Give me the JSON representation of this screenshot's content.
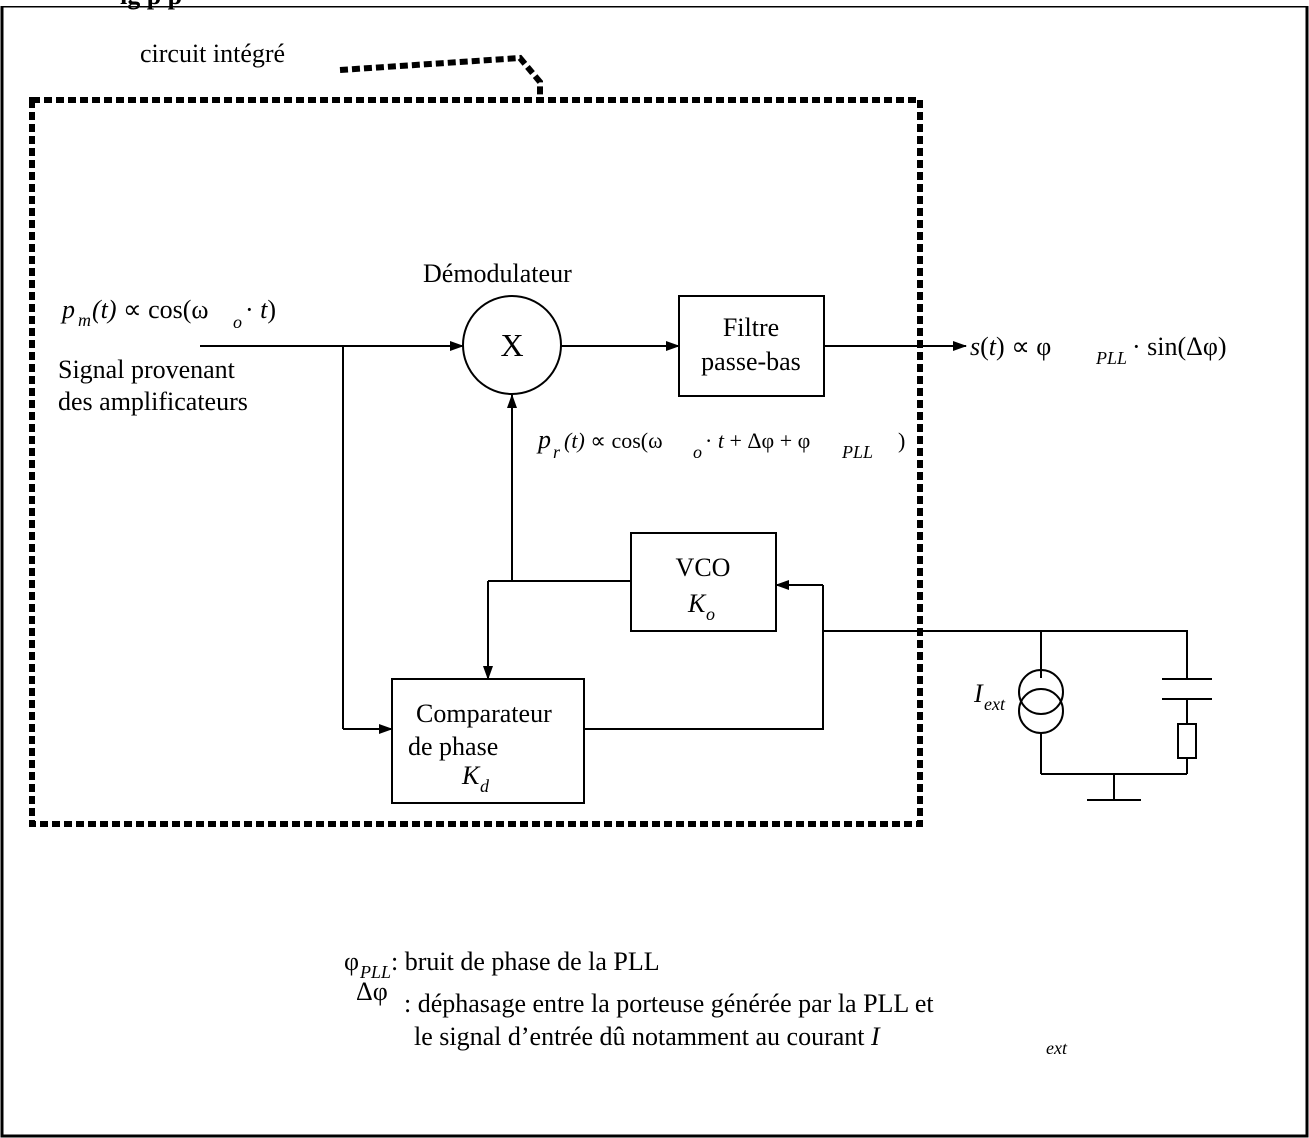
{
  "header_fragment": "ig                                                                             p                                                                    p",
  "chip_label": "circuit intégré",
  "input": {
    "formula_lhs": "p",
    "formula_sub": "m",
    "formula_rhs": "(t) ∝ cos(ω",
    "formula_sub2": "o",
    "formula_tail": " · t)",
    "desc_line1": "Signal provenant",
    "desc_line2": "des amplificateurs"
  },
  "demod": {
    "title": "Démodulateur",
    "symbol": "X"
  },
  "filter": {
    "line1": "Filtre",
    "line2": "passe-bas"
  },
  "output": {
    "lhs": "s(t) ∝ φ",
    "sub": "PLL",
    "rhs": " · sin(Δφ)"
  },
  "ref_signal": {
    "p": "p",
    "sub_r": "r",
    "mid": "(t) ∝ cos(ω",
    "sub_o": "o",
    "rest": " · t + Δφ + φ",
    "sub_pll": "PLL",
    "close": ")"
  },
  "vco": {
    "line1": "VCO",
    "k": "K",
    "k_sub": "o"
  },
  "comparator": {
    "line1": "Comparateur",
    "line2": "de phase",
    "k": "K",
    "k_sub": "d"
  },
  "ext_current": {
    "i": "I",
    "sub": "ext"
  },
  "legend": {
    "phi_sym": "φ",
    "phi_sub": "PLL",
    "phi_text": ": bruit de phase de la PLL",
    "dphi_sym": "Δφ",
    "dphi_line1": ": déphasage entre la porteuse générée par la PLL et",
    "dphi_line2": "le signal d’entrée dû notamment au courant ",
    "dphi_i": "I",
    "dphi_i_sub": "ext"
  }
}
